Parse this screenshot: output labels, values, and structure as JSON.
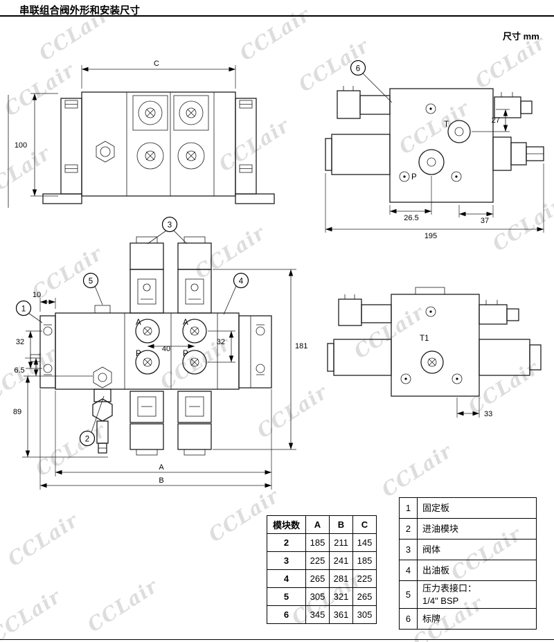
{
  "page": {
    "title": "串联组合阀外形和安装尺寸",
    "units_label": "尺寸",
    "units_value": "mm"
  },
  "watermark": {
    "text": "CCLair"
  },
  "drawings": {
    "callouts": {
      "c1": "1",
      "c2": "2",
      "c3": "3",
      "c4": "4",
      "c5": "5",
      "c6": "6"
    },
    "front": {
      "dim_c": "C",
      "dim_100": "100"
    },
    "side_top": {
      "label_t": "T",
      "label_p": "P",
      "dim_27": "27",
      "dim_26_5": "26.5",
      "dim_37": "37",
      "dim_195": "195"
    },
    "front_bottom": {
      "dim_10": "10",
      "dim_32_left": "32",
      "dim_6_5": "6.5",
      "dim_89": "89",
      "dim_40": "40",
      "dim_32_right": "32",
      "dim_181": "181",
      "dim_a": "A",
      "dim_b": "B",
      "label_a1": "A",
      "label_a2": "A",
      "label_p1": "P",
      "label_p2": "P"
    },
    "side_bottom": {
      "label_t1": "T1",
      "dim_33": "33"
    }
  },
  "size_table": {
    "headers": [
      "模块数",
      "A",
      "B",
      "C"
    ],
    "rows": [
      [
        "2",
        "185",
        "211",
        "145"
      ],
      [
        "3",
        "225",
        "241",
        "185"
      ],
      [
        "4",
        "265",
        "281",
        "225"
      ],
      [
        "5",
        "305",
        "321",
        "265"
      ],
      [
        "6",
        "345",
        "361",
        "305"
      ]
    ]
  },
  "legend_table": {
    "rows": [
      {
        "num": "1",
        "label": "固定板"
      },
      {
        "num": "2",
        "label": "进油模块"
      },
      {
        "num": "3",
        "label": "阀体"
      },
      {
        "num": "4",
        "label": "出油板"
      },
      {
        "num": "5",
        "label": "压力表接口：\n1/4\" BSP"
      },
      {
        "num": "6",
        "label": "标牌"
      }
    ]
  }
}
